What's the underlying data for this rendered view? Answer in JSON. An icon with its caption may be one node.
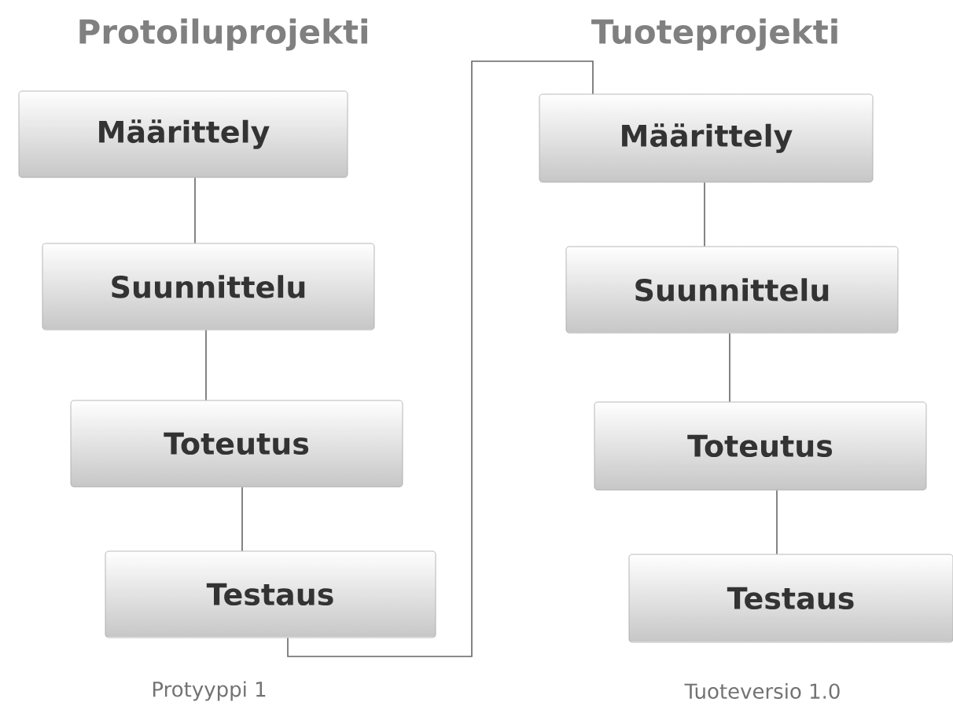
{
  "diagram": {
    "nodes": [
      {
        "text": [
          "Määrittely"
        ]
      },
      {
        "text": [
          "Suunnittelu"
        ]
      },
      {
        "text": [
          "Toteutus"
        ]
      },
      {
        "text": [
          "Testaus"
        ],
        "beside": [
          "Protyyppi 1"
        ]
      },
      {
        "text": [
          "Määrittely"
        ]
      },
      {
        "text": [
          "Suunnittelu"
        ]
      },
      {
        "text": [
          "Toteutus"
        ]
      },
      {
        "text": [
          "Testaus"
        ],
        "beside": [
          "Tuoteversio 1.0"
        ]
      }
    ],
    "edges": [
      {
        "from": 0,
        "to": 1,
        "arrow": "none"
      },
      {
        "from": 1,
        "to": 2,
        "arrow": "none"
      },
      {
        "from": 2,
        "to": 3,
        "arrow": "none"
      },
      {
        "from": 3,
        "to": 4,
        "arrow": "none"
      },
      {
        "from": 4,
        "to": 5,
        "arrow": "none"
      },
      {
        "from": 5,
        "to": 6,
        "arrow": "none"
      },
      {
        "from": 6,
        "to": 7,
        "arrow": "none"
      }
    ],
    "labels": [
      "Protoiluprojekti",
      "Tuoteprojekti"
    ]
  }
}
